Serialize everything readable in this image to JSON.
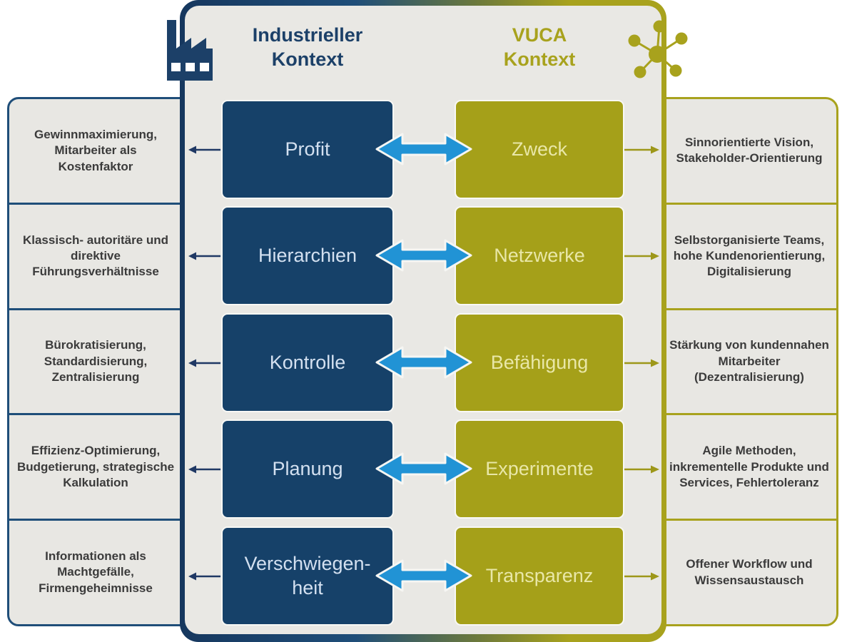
{
  "header": {
    "industrial_title": "Industrieller Kontext",
    "vuca_title": "VUCA Kontext"
  },
  "icons": {
    "left": "factory-icon",
    "right": "network-icon",
    "between": "double-arrow-icon"
  },
  "colors": {
    "navy": "#1c4068",
    "navy_box": "#164169",
    "olive": "#a8a21d",
    "olive_box": "#a5a019",
    "arrow_blue": "#2193d5",
    "panel_bg": "#e9e8e4",
    "cell_bg": "#e8e7e3"
  },
  "rows": [
    {
      "industrial": "Profit",
      "vuca": "Zweck",
      "industrial_note": "Gewinnmaximierung, Mitarbeiter als Kostenfaktor",
      "vuca_note": "Sinnorientierte Vision, Stakeholder-Orientierung"
    },
    {
      "industrial": "Hierarchien",
      "vuca": "Netzwerke",
      "industrial_note": "Klassisch- autoritäre und direktive Führungsverhältnisse",
      "vuca_note": "Selbstorganisierte Teams, hohe Kundenorientierung, Digitalisierung"
    },
    {
      "industrial": "Kontrolle",
      "vuca": "Befähigung",
      "industrial_note": "Bürokratisierung, Standardisierung, Zentralisierung",
      "vuca_note": "Stärkung von kundennahen Mitarbeiter (Dezentralisierung)"
    },
    {
      "industrial": "Planung",
      "vuca": "Experimente",
      "industrial_note": "Effizienz-Optimierung, Budgetierung, strategische Kalkulation",
      "vuca_note": "Agile Methoden, inkrementelle Produkte und Services, Fehlertoleranz"
    },
    {
      "industrial": "Verschwiegen-heit",
      "vuca": "Transparenz",
      "industrial_note": "Informationen als Machtgefälle, Firmengeheimnisse",
      "vuca_note": "Offener Workflow und Wissensaustausch"
    }
  ]
}
